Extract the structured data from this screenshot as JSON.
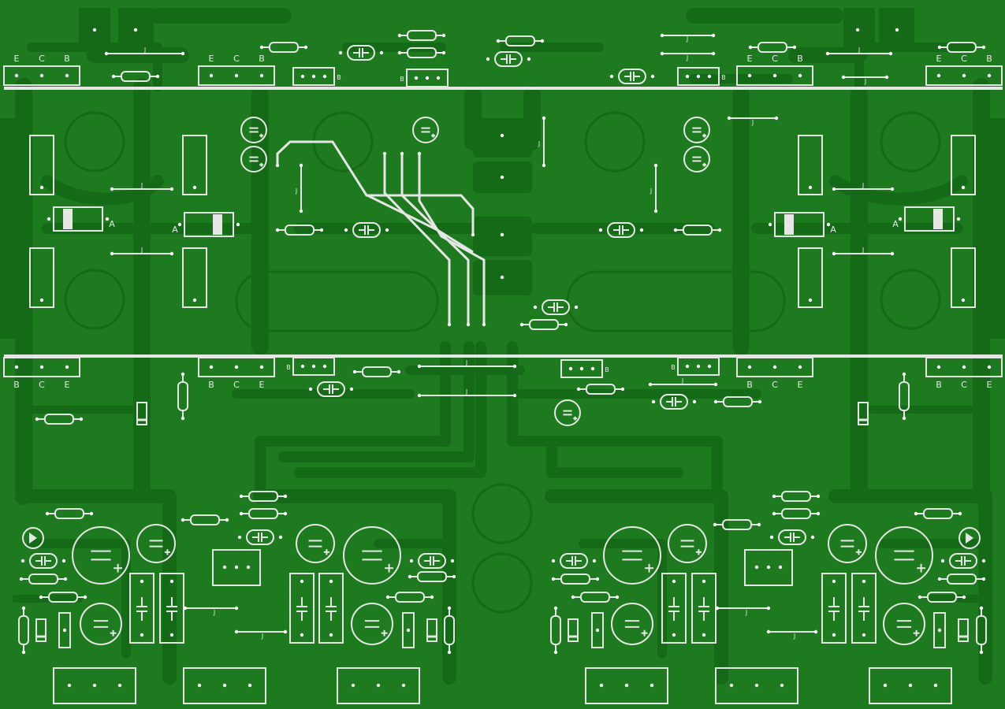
{
  "board": {
    "colors": {
      "substrate": "#1e7a1e",
      "copper": "#15661a",
      "silkscreen": "#e6e6e6",
      "pad": "#ffffff"
    }
  },
  "silkscreen_labels": {
    "pin_e": "E",
    "pin_c": "C",
    "pin_b": "B",
    "anode": "A",
    "jumper": "J"
  }
}
